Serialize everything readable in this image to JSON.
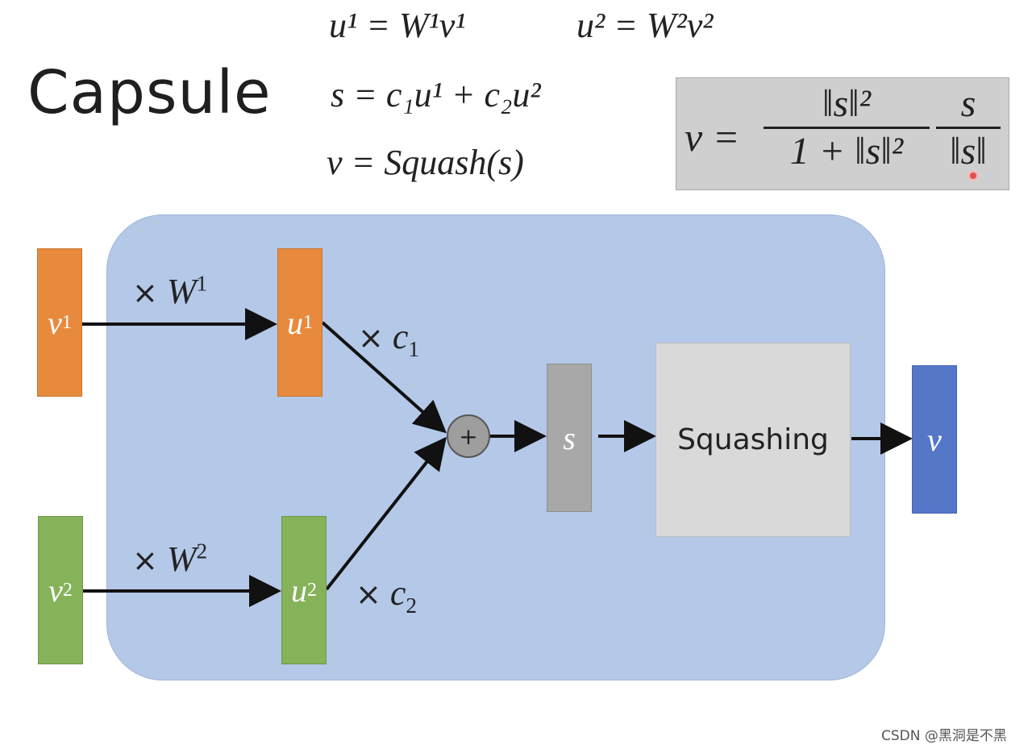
{
  "title": "Capsule",
  "equations": {
    "eq1": "u¹ = W¹v¹",
    "eq2": "u² = W²v²",
    "eq3": "s = c₁u¹ + c₂u²",
    "eq4": "v = Squash(s)"
  },
  "squash_formula": {
    "lhs": "v =",
    "num1": "‖s‖²",
    "den1": "1 + ‖s‖²",
    "num2": "s",
    "den2": "‖s‖"
  },
  "diagram": {
    "v1_label": "v",
    "v1_sup": "1",
    "u1_label": "u",
    "u1_sup": "1",
    "v2_label": "v",
    "v2_sup": "2",
    "u2_label": "u",
    "u2_sup": "2",
    "w1_label": "W",
    "w1_sup": "1",
    "w2_label": "W",
    "w2_sup": "2",
    "c1_label": "c",
    "c1_sub": "1",
    "c2_label": "c",
    "c2_sub": "2",
    "times": "×",
    "plus": "+",
    "s_label": "s",
    "squashing_label": "Squashing",
    "v_out_label": "v"
  },
  "watermark": "CSDN @黑洞是不黑",
  "colors": {
    "capsule_bg": "#b4c8e8",
    "orange": "#e88a3e",
    "green": "#86b25a",
    "grey": "#a8a8a8",
    "blue": "#5577c8",
    "squash_box": "#d9d9d9"
  }
}
